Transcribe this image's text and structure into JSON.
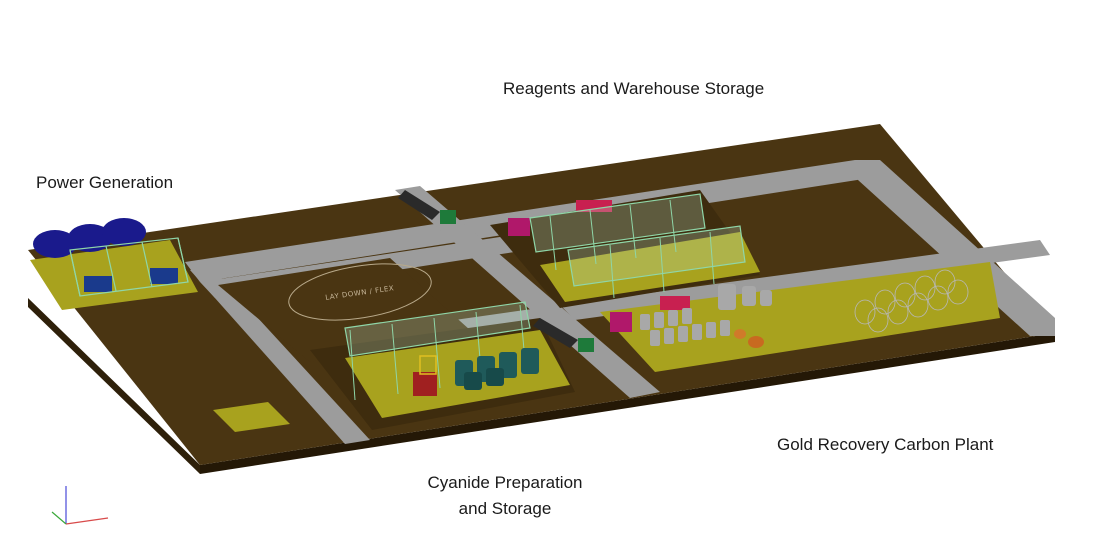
{
  "labels": {
    "reagents": "Reagents and Warehouse Storage",
    "power": "Power Generation",
    "gold": "Gold Recovery Carbon Plant",
    "cyanide_line1": "Cyanide Preparation",
    "cyanide_line2": "and Storage"
  },
  "ground_text": "LAY DOWN / FLEX",
  "colors": {
    "ground": "#4a3512",
    "ground_side": "#2e200a",
    "road": "#9c9c9c",
    "pad": "#a8a21e",
    "frame": "#8fd6a8",
    "tank_dark": "#1f5a5a",
    "tank_light": "#a8a8a8",
    "generator": "#1a1a8c",
    "truck": "#1e7a3a",
    "magenta": "#b0186a"
  }
}
